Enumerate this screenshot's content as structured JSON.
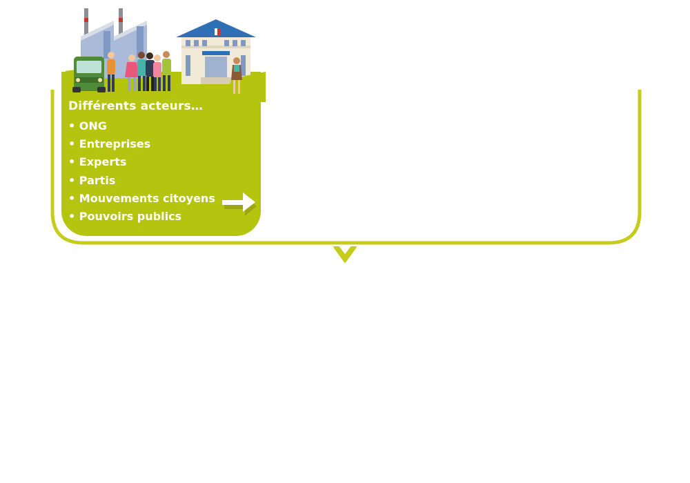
{
  "card": {
    "title": "Différents acteurs…",
    "items": [
      "ONG",
      "Entreprises",
      "Experts",
      "Partis",
      "Mouvements citoyens",
      "Pouvoirs publics"
    ]
  },
  "colors": {
    "accent": "#b5c40e",
    "line": "#c5cc1c",
    "text": "#ffffff"
  },
  "icons": {
    "illustration": "factory-school-crowd-illustration",
    "arrow": "right-arrow-icon",
    "connector_arrow": "chevron-down-icon"
  }
}
